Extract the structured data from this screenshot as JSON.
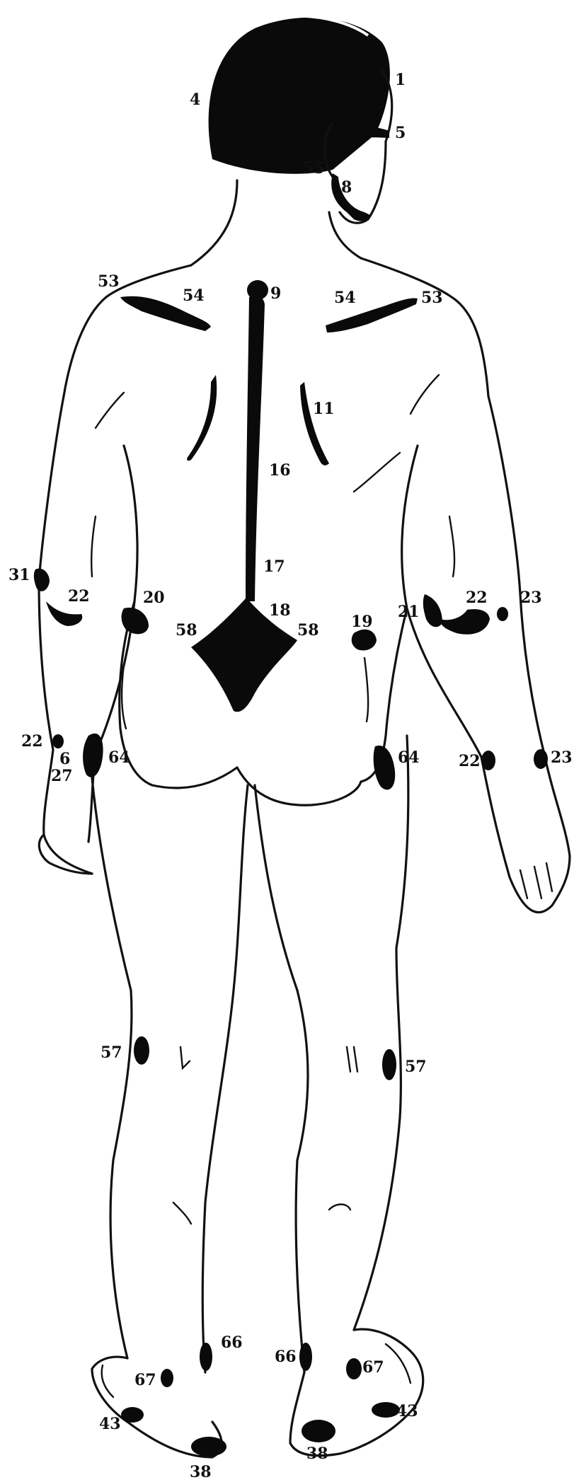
{
  "colors": {
    "ink": "#111111",
    "spot": "#0a0a0a",
    "background": "#ffffff"
  },
  "labels": {
    "l1": "1",
    "l4": "4",
    "l5": "5",
    "l55": "55",
    "l8": "8",
    "l53_left": "53",
    "l54_left": "54",
    "l9": "9",
    "l54_right": "54",
    "l53_right": "53",
    "l11": "11",
    "l16": "16",
    "l17": "17",
    "l18": "18",
    "l31_left": "31",
    "l22_left_elbow": "22",
    "l20_left": "20",
    "l58_left": "58",
    "l58_right": "58",
    "l19_right": "19",
    "l21_right": "21",
    "l22_right_elbow": "22",
    "l23_right": "23",
    "l22_left_wrist": "22",
    "l6_left_wrist": "6",
    "l27_left_wrist": "27",
    "l64_left": "64",
    "l64_right": "64",
    "l22_right_wrist": "22",
    "l23_right_wrist": "23",
    "l57_left": "57",
    "l57_right": "57",
    "l66_left": "66",
    "l66_right": "66",
    "l67_left": "67",
    "l67_right": "67",
    "l43_left": "43",
    "l43_right": "43",
    "l38_left": "38",
    "l38_right": "38"
  }
}
